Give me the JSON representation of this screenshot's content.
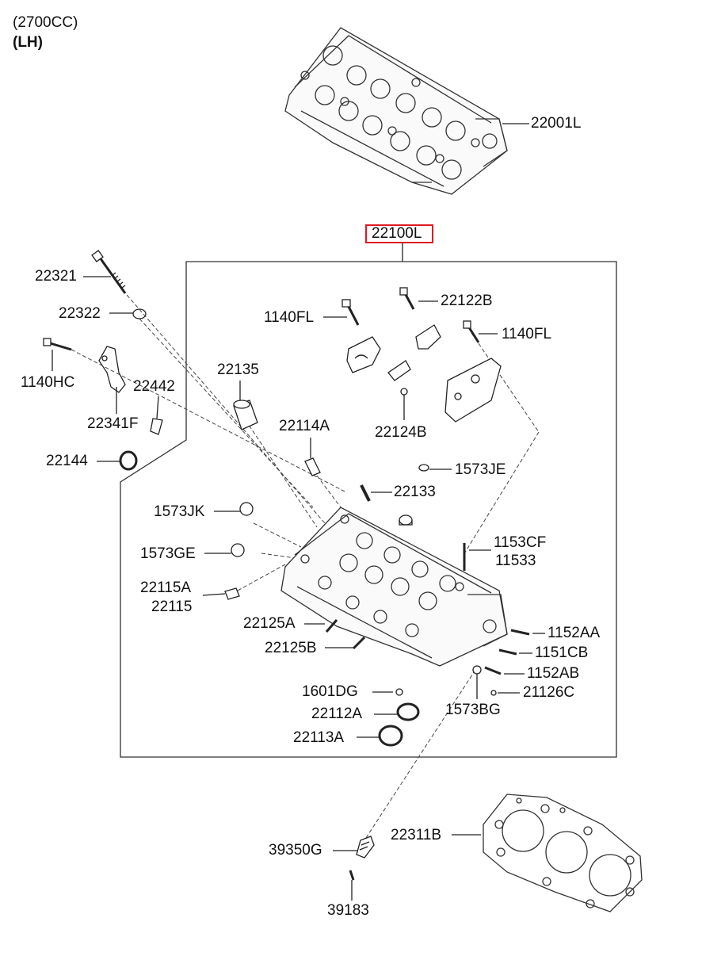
{
  "header": {
    "engine": "(2700CC)",
    "side": "(LH)"
  },
  "highlight_color": "#e01a22",
  "labels": {
    "p22001L": "22001L",
    "p22100L": "22100L",
    "p22321": "22321",
    "p22322": "22322",
    "p1140HC": "1140HC",
    "p22442": "22442",
    "p22341F": "22341F",
    "p22144": "22144",
    "p1140FL_a": "1140FL",
    "p22122B": "22122B",
    "p1140FL_b": "1140FL",
    "p22135": "22135",
    "p22114A": "22114A",
    "p22124B": "22124B",
    "p1573JE": "1573JE",
    "p22133": "22133",
    "p1573JK": "1573JK",
    "p1573GE": "1573GE",
    "p1153CF": "1153CF",
    "p11533": "11533",
    "p22115A": "22115A",
    "p22115": "22115",
    "p22125A": "22125A",
    "p22125B": "22125B",
    "p1152AA": "1152AA",
    "p1151CB": "1151CB",
    "p1152AB": "1152AB",
    "p1601DG": "1601DG",
    "p21126C": "21126C",
    "p22112A": "22112A",
    "p1573BG": "1573BG",
    "p22113A": "22113A",
    "p22311B": "22311B",
    "p39350G": "39350G",
    "p39183": "39183"
  }
}
